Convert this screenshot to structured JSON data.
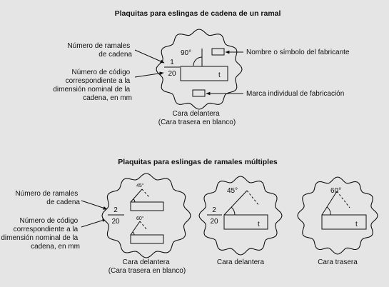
{
  "single": {
    "title": "Plaquitas para eslingas de cadena de un ramal",
    "label_branches": [
      "Número de ramales",
      "de cadena"
    ],
    "label_code": [
      "Número de código",
      "correspondiente a la",
      "dimensión nominal de la",
      "cadena, en mm"
    ],
    "label_maker": "Nombre o símbolo del fabricante",
    "label_mark": "Marca individual de fabricación",
    "fraction_top": "1",
    "fraction_bottom": "20",
    "angle": "90°",
    "box_letter": "t",
    "caption": [
      "Cara delantera",
      "(Cara trasera en blanco)"
    ]
  },
  "multi": {
    "title": "Plaquitas para eslingas de ramales múltiples",
    "label_branches": [
      "Número de ramales",
      "de cadena"
    ],
    "label_code": [
      "Número de código",
      "correspondiente a la",
      "dimensión nominal de la",
      "cadena, en mm"
    ],
    "plate1": {
      "fraction_top": "2",
      "fraction_bottom": "20",
      "angle_top": "45°",
      "angle_bottom": "60°",
      "caption": [
        "Cara delantera",
        "(Cara trasera en blanco)"
      ]
    },
    "plate2": {
      "fraction_top": "2",
      "fraction_bottom": "20",
      "angle": "45°",
      "box_letter": "t",
      "caption": "Cara delantera"
    },
    "plate3": {
      "angle": "60°",
      "box_letter": "t",
      "caption": "Cara trasera"
    }
  }
}
